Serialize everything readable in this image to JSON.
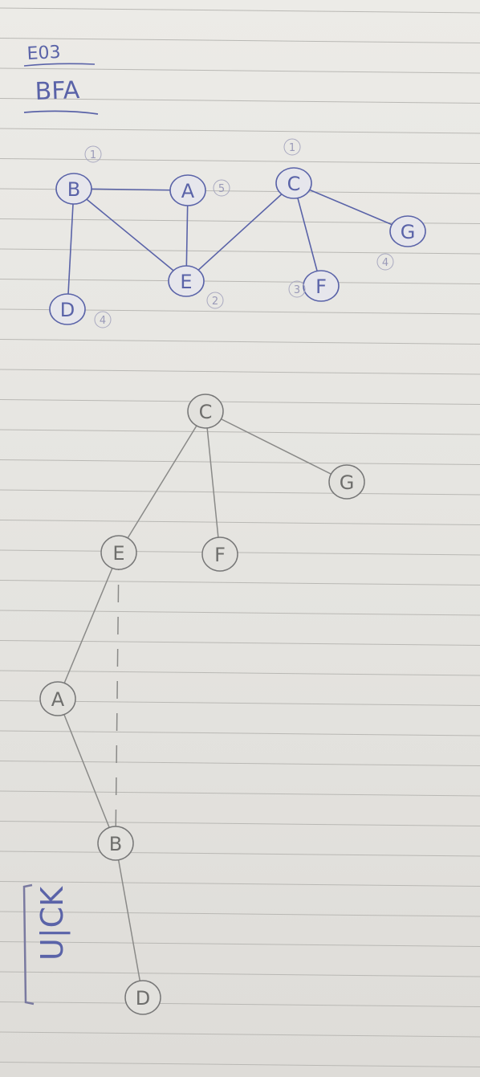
{
  "header": {
    "exercise": "E03",
    "method": "BFA"
  },
  "graph": {
    "nodes": [
      {
        "id": "B",
        "label": "B",
        "order": "1"
      },
      {
        "id": "A",
        "label": "A",
        "order": "5"
      },
      {
        "id": "C",
        "label": "C",
        "order": "1"
      },
      {
        "id": "G",
        "label": "G",
        "order": "4"
      },
      {
        "id": "E",
        "label": "E",
        "order": "2"
      },
      {
        "id": "F",
        "label": "F",
        "order": "3"
      },
      {
        "id": "D",
        "label": "D",
        "order": "4"
      }
    ],
    "edges": [
      [
        "B",
        "A"
      ],
      [
        "B",
        "E"
      ],
      [
        "B",
        "D"
      ],
      [
        "A",
        "E"
      ],
      [
        "E",
        "C"
      ],
      [
        "C",
        "F"
      ],
      [
        "C",
        "G"
      ]
    ]
  },
  "tree": {
    "nodes": [
      {
        "id": "C",
        "label": "C"
      },
      {
        "id": "E",
        "label": "E"
      },
      {
        "id": "F",
        "label": "F"
      },
      {
        "id": "G",
        "label": "G"
      },
      {
        "id": "A",
        "label": "A"
      },
      {
        "id": "B",
        "label": "B"
      },
      {
        "id": "D",
        "label": "D"
      }
    ],
    "edges": [
      [
        "C",
        "E"
      ],
      [
        "C",
        "F"
      ],
      [
        "C",
        "G"
      ],
      [
        "E",
        "A"
      ],
      [
        "A",
        "B"
      ],
      [
        "B",
        "D"
      ]
    ],
    "dashed": [
      [
        "E",
        "B"
      ]
    ]
  },
  "colors": {
    "ink_blue": "#5a63a8",
    "pencil": "#8a8a88",
    "rule_line": "#b9b8b4"
  }
}
